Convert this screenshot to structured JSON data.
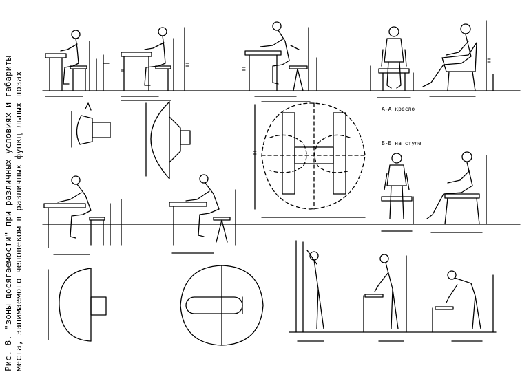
{
  "caption": {
    "line1": "Рис. 8. \"зоны досягаемости\" при различных условиях и габариты",
    "line2": "места, занимаемого человеком в различных функц-льных позах"
  },
  "labels": {
    "section_chair": "А-А кресло",
    "section_stool": "Б-Б на стуле"
  },
  "colors": {
    "ink": "#000000",
    "paper": "#ffffff"
  }
}
